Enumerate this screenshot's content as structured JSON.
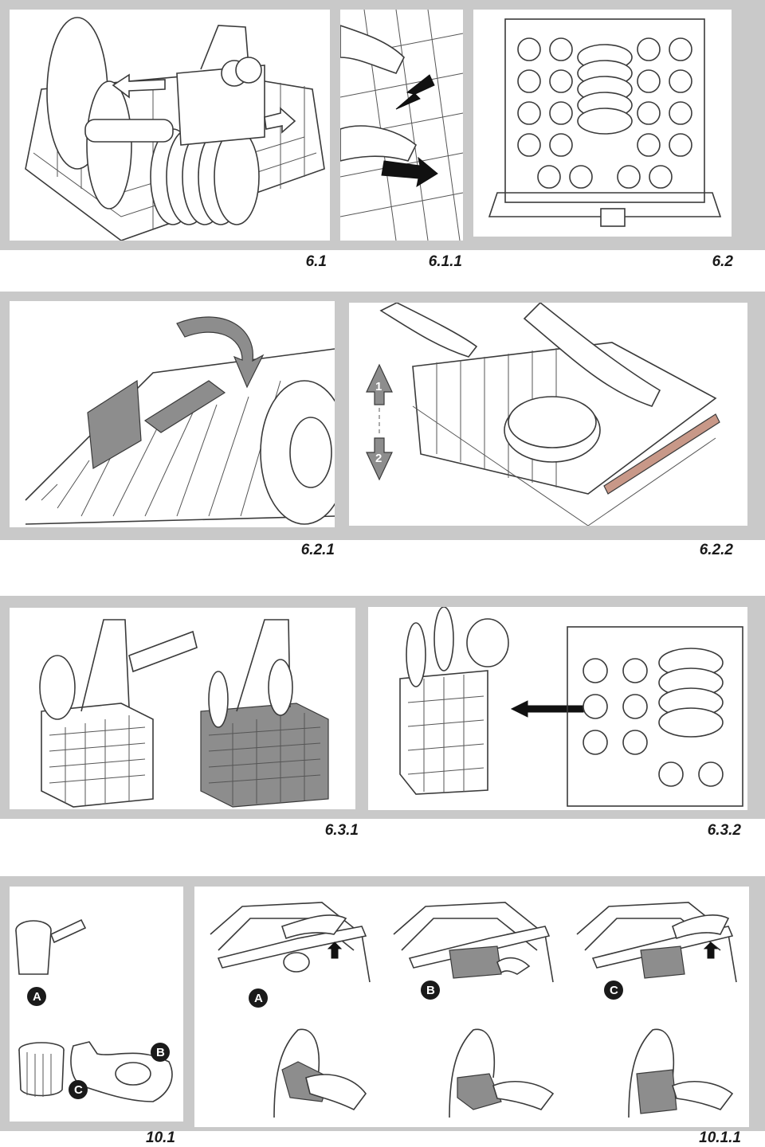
{
  "captions": {
    "fig_6_1": "6.1",
    "fig_6_1_1": "6.1.1",
    "fig_6_2": "6.2",
    "fig_6_2_1": "6.2.1",
    "fig_6_2_2": "6.2.2",
    "fig_6_3_1": "6.3.1",
    "fig_6_3_2": "6.3.2",
    "fig_10_1": "10.1",
    "fig_10_1_1": "10.1.1"
  },
  "markers": {
    "step_1": "1",
    "step_2": "2",
    "filter_a": "A",
    "filter_b": "B",
    "filter_c": "C"
  },
  "colors": {
    "frame": "#c9c9c9",
    "ink": "#3a3a3a",
    "marker": "#1a1a1a"
  }
}
